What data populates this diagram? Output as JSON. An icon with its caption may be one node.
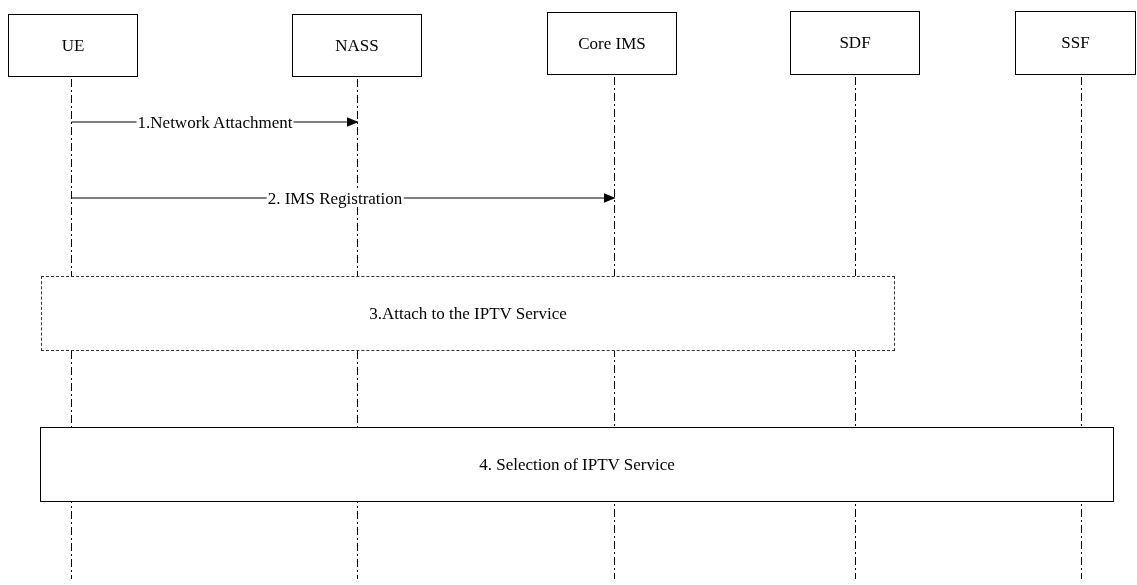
{
  "diagram": {
    "nodes": [
      {
        "text": [
          "UE"
        ]
      },
      {
        "text": [
          "NASS"
        ]
      },
      {
        "text": [
          "Core IMS"
        ]
      },
      {
        "text": [
          "SDF"
        ]
      },
      {
        "text": [
          "SSF"
        ]
      },
      {
        "text": [],
        "shape": "line"
      },
      {
        "text": [],
        "shape": "line"
      },
      {
        "text": [],
        "shape": "line"
      },
      {
        "text": [],
        "shape": "line"
      },
      {
        "text": [],
        "shape": "line"
      },
      {
        "text": [
          "3.Attach to the IPTV Service"
        ]
      },
      {
        "text": [
          "4. Selection of IPTV Service"
        ]
      }
    ],
    "edges": [
      {
        "from": 5,
        "to": 6,
        "arrow": "to",
        "label": "1.Network Attachment"
      },
      {
        "from": 5,
        "to": 7,
        "arrow": "to",
        "label": "2. IMS Registration"
      }
    ]
  }
}
